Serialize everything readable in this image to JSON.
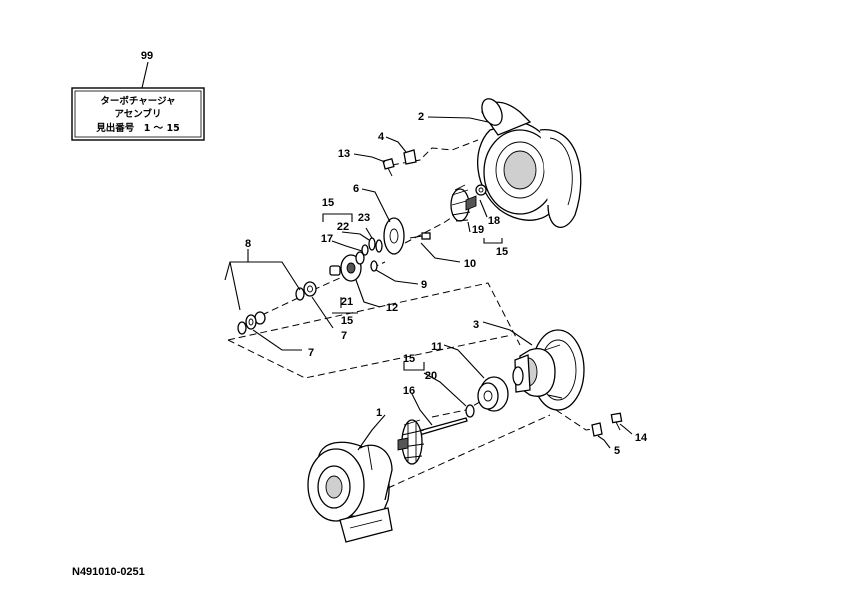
{
  "assembly_box": {
    "ref": "99",
    "line1": "ターボチャージャ",
    "line2": "アセンブリ",
    "line3": "見出番号　1 ～ 15"
  },
  "callouts": [
    {
      "id": "c1",
      "text": "1"
    },
    {
      "id": "c2",
      "text": "2"
    },
    {
      "id": "c3",
      "text": "3"
    },
    {
      "id": "c4",
      "text": "4"
    },
    {
      "id": "c5",
      "text": "5"
    },
    {
      "id": "c6",
      "text": "6"
    },
    {
      "id": "c7a",
      "text": "7"
    },
    {
      "id": "c7b",
      "text": "7"
    },
    {
      "id": "c8",
      "text": "8"
    },
    {
      "id": "c9",
      "text": "9"
    },
    {
      "id": "c10",
      "text": "10"
    },
    {
      "id": "c11",
      "text": "11"
    },
    {
      "id": "c12",
      "text": "12"
    },
    {
      "id": "c13",
      "text": "13"
    },
    {
      "id": "c14",
      "text": "14"
    },
    {
      "id": "c15a",
      "text": "15"
    },
    {
      "id": "c15b",
      "text": "15"
    },
    {
      "id": "c15c",
      "text": "15"
    },
    {
      "id": "c15d",
      "text": "15"
    },
    {
      "id": "c16",
      "text": "16"
    },
    {
      "id": "c17",
      "text": "17"
    },
    {
      "id": "c18",
      "text": "18"
    },
    {
      "id": "c19",
      "text": "19"
    },
    {
      "id": "c20",
      "text": "20"
    },
    {
      "id": "c21",
      "text": "21"
    },
    {
      "id": "c22",
      "text": "22"
    },
    {
      "id": "c23",
      "text": "23"
    }
  ],
  "figure_code": "N491010-0251"
}
